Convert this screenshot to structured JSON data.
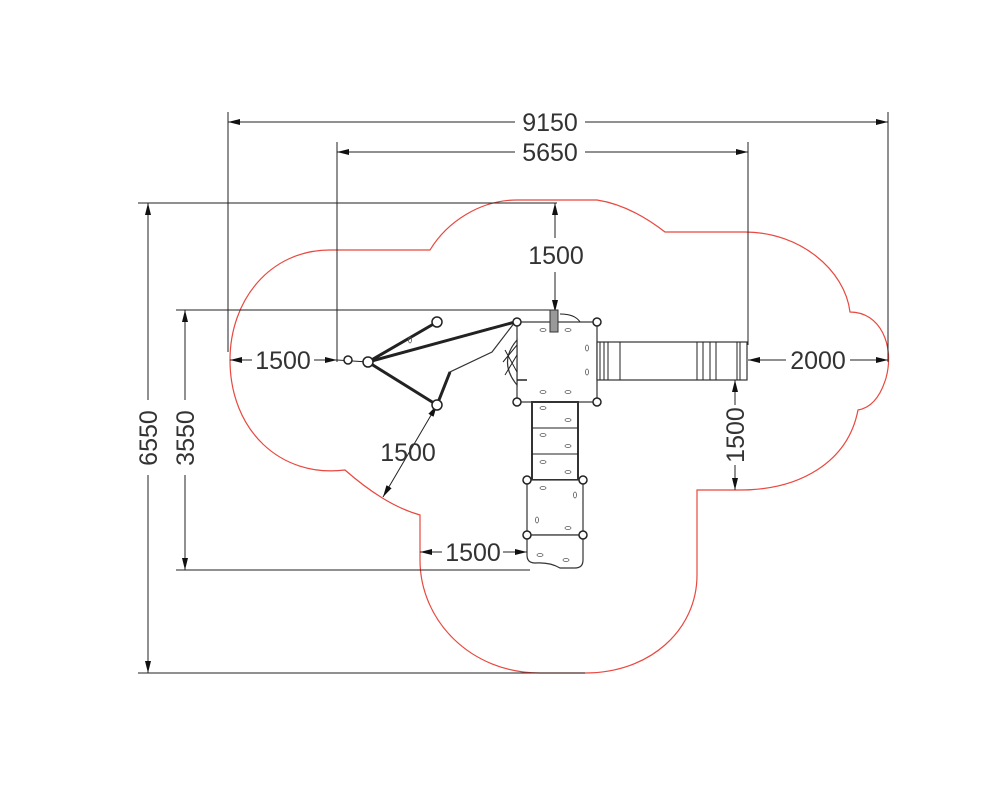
{
  "colors": {
    "safety_zone": "#e8483f",
    "lines": "#222222"
  },
  "dimensions": {
    "overall_width": "9150",
    "inner_width": "5650",
    "overall_depth": "6550",
    "inner_depth": "3550",
    "top_clearance": "1500",
    "left_clearance": "1500",
    "slide_clearance": "2000",
    "right_clearance": "1500",
    "diagonal_clearance": "1500",
    "bottom_clearance": "1500"
  }
}
